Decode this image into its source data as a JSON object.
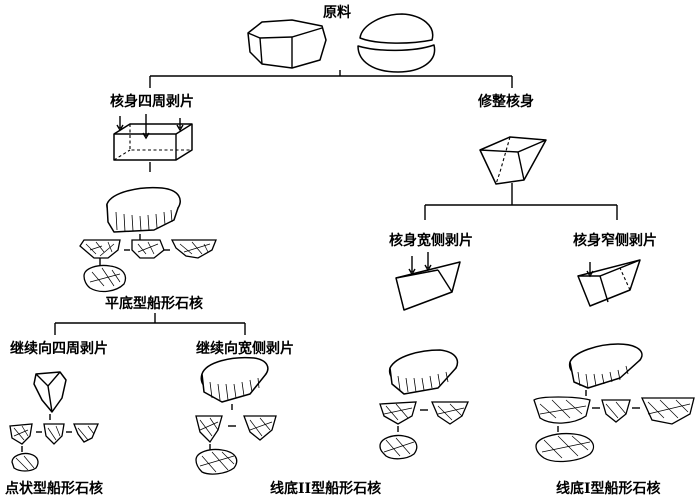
{
  "labels": {
    "raw": "原料",
    "peripheral": "核身四周剥片",
    "trim": "修整核身",
    "flat_base": "平底型船形石核",
    "wide_side": "核身宽侧剥片",
    "narrow_side": "核身窄侧剥片",
    "cont_peripheral": "继续向四周剥片",
    "cont_wide": "继续向宽侧剥片",
    "point_type": "点状型船形石核",
    "line2_type": "线底II型船形石核",
    "line1_type": "线底I型船形石核"
  }
}
